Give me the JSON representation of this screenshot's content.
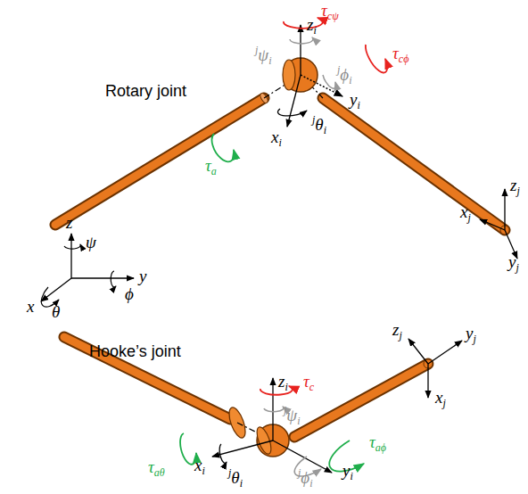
{
  "diagram": {
    "labels": [
      "Rotary joint",
      "zi",
      "τcψ",
      "jψi",
      "yi",
      "τcϕ",
      "jϕi",
      "xi",
      "jθi",
      "τa",
      "z",
      "ψ",
      "y",
      "ϕ",
      "x",
      "θ",
      "zj",
      "xj",
      "yj",
      "Hooke’s joint",
      "τc",
      "zi",
      "jψi",
      "zj",
      "yj",
      "xj",
      "xi",
      "jθi",
      "τaθ",
      "jϕi",
      "τaϕ",
      "yi"
    ]
  }
}
